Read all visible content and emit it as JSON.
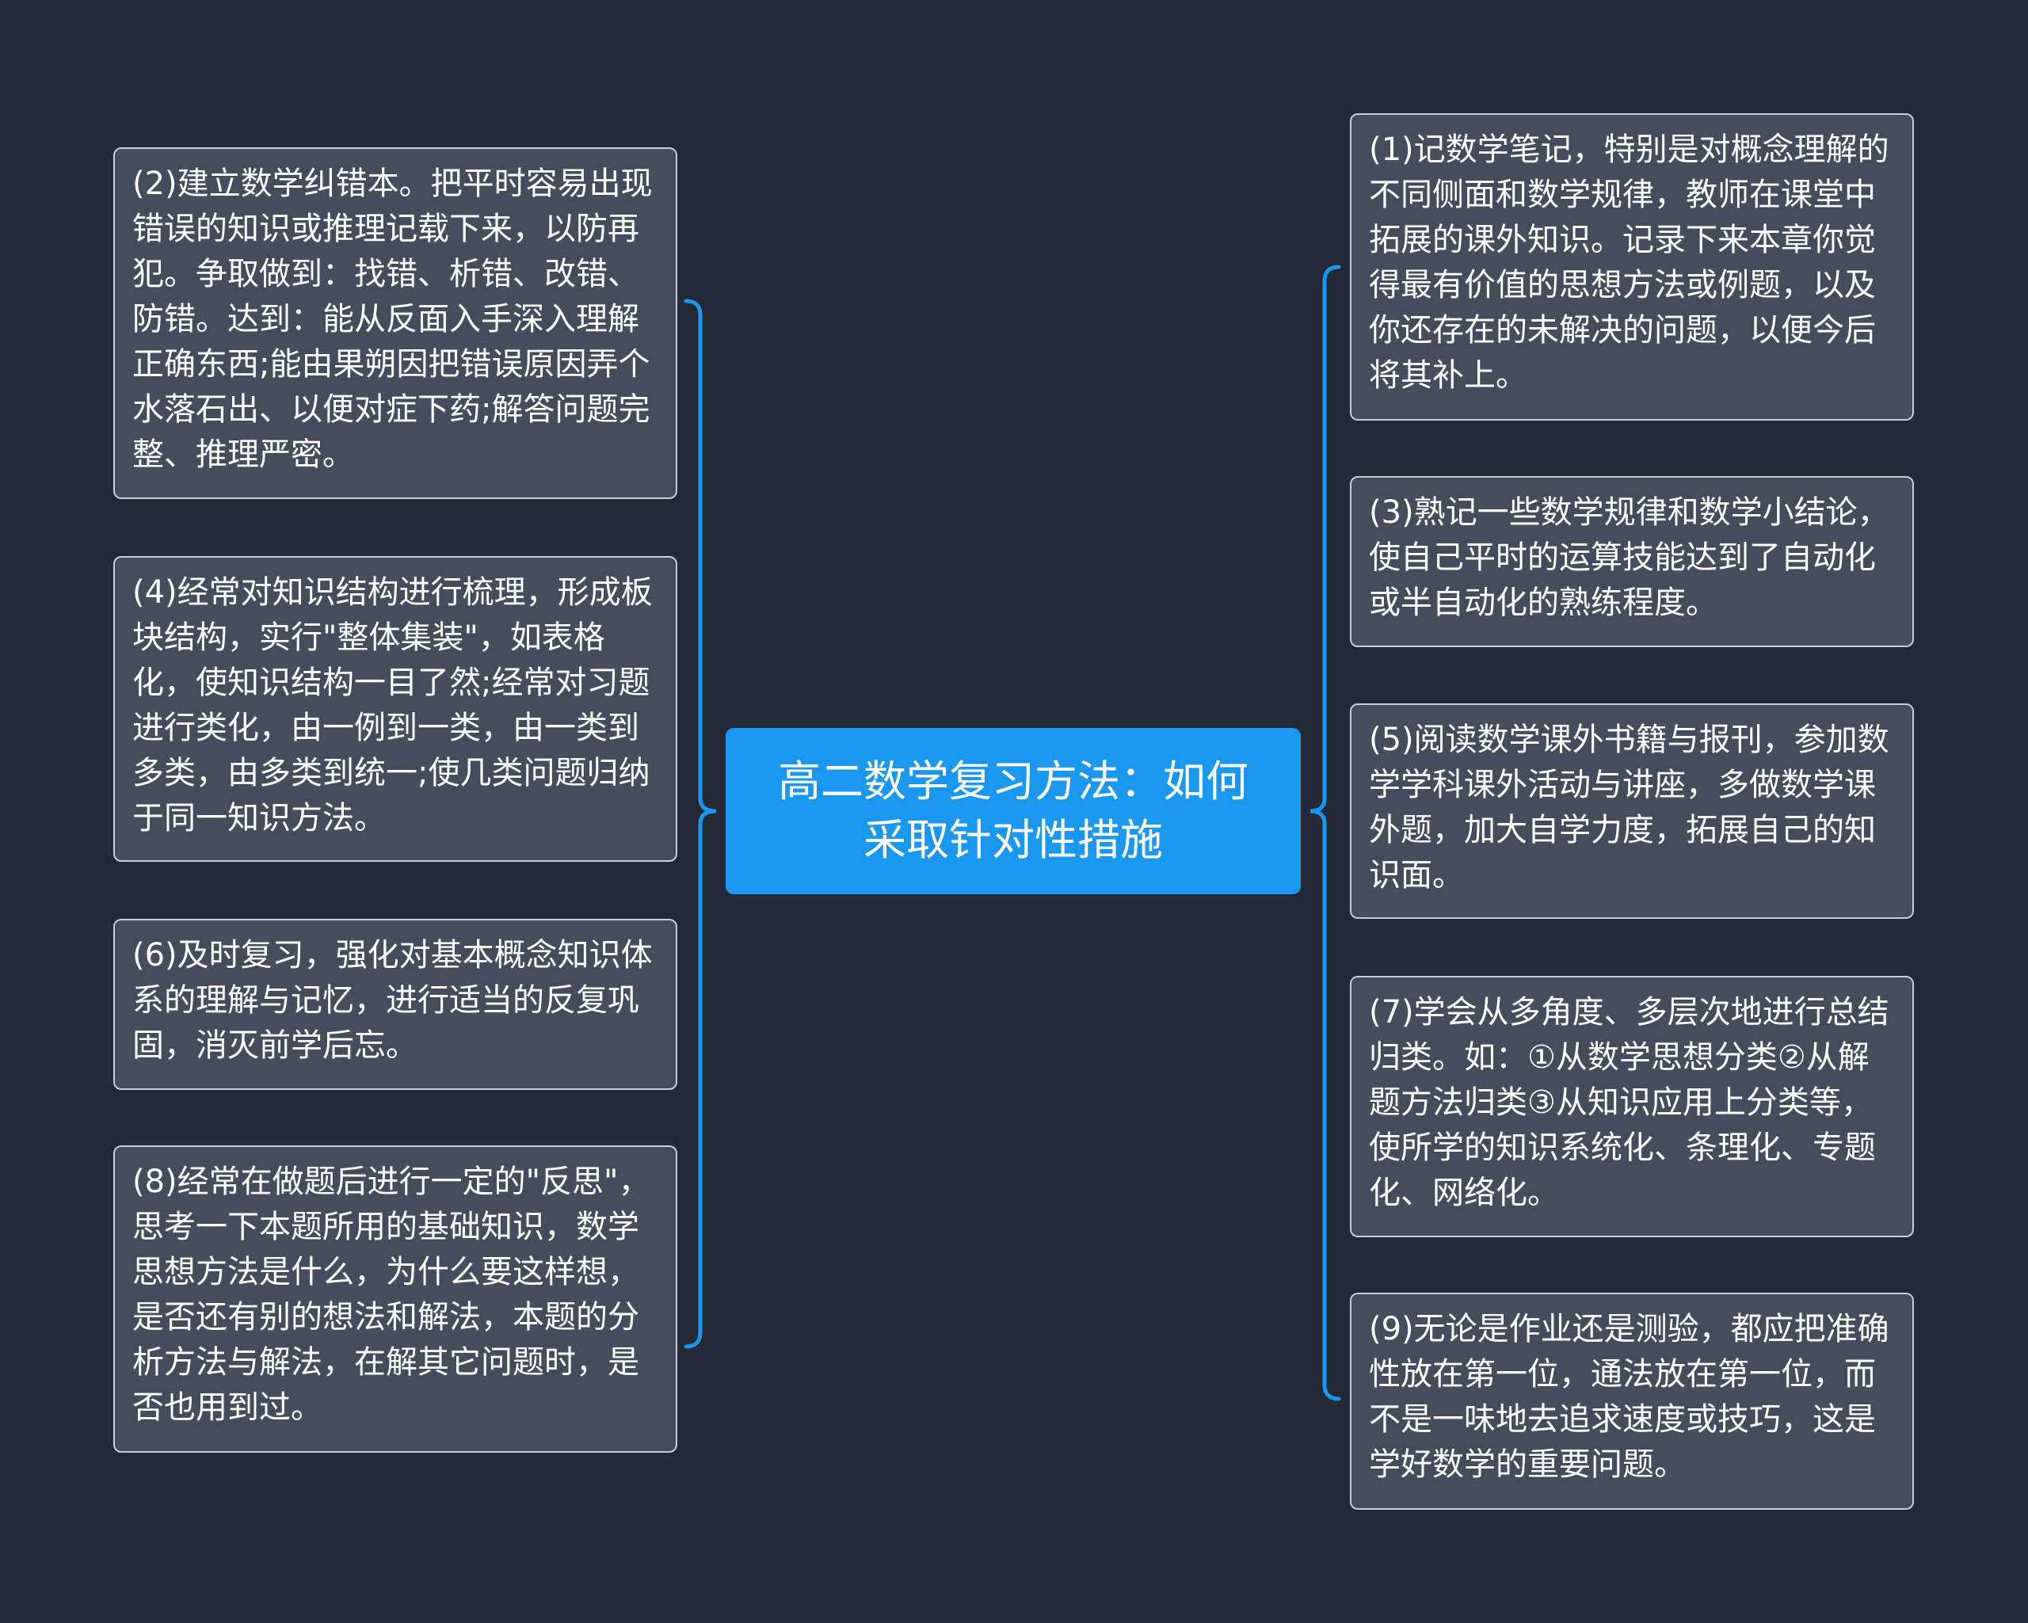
{
  "central": {
    "title": "高二数学复习方法：如何采取针对性措施"
  },
  "colors": {
    "background": "#252936",
    "central_fill": "#1a97ef",
    "node_fill": "#464c5c",
    "node_border": "#c7ccd6",
    "connector": "#1a97ef"
  },
  "left_nodes": [
    {
      "text": "(2)建立数学纠错本。把平时容易出现错误的知识或推理记载下来，以防再犯。争取做到：找错、析错、改错、防错。达到：能从反面入手深入理解正确东西;能由果朔因把错误原因弄个水落石出、以便对症下药;解答问题完整、推理严密。"
    },
    {
      "text": "(4)经常对知识结构进行梳理，形成板块结构，实行\"整体集装\"，如表格化，使知识结构一目了然;经常对习题进行类化，由一例到一类，由一类到多类，由多类到统一;使几类问题归纳于同一知识方法。"
    },
    {
      "text": "(6)及时复习，强化对基本概念知识体系的理解与记忆，进行适当的反复巩固，消灭前学后忘。"
    },
    {
      "text": "(8)经常在做题后进行一定的\"反思\"，思考一下本题所用的基础知识，数学思想方法是什么，为什么要这样想，是否还有别的想法和解法，本题的分析方法与解法，在解其它问题时，是否也用到过。"
    }
  ],
  "right_nodes": [
    {
      "text": "(1)记数学笔记，特别是对概念理解的不同侧面和数学规律，教师在课堂中拓展的课外知识。记录下来本章你觉得最有价值的思想方法或例题，以及你还存在的未解决的问题，以便今后将其补上。"
    },
    {
      "text": "(3)熟记一些数学规律和数学小结论，使自己平时的运算技能达到了自动化或半自动化的熟练程度。"
    },
    {
      "text": "(5)阅读数学课外书籍与报刊，参加数学学科课外活动与讲座，多做数学课外题，加大自学力度，拓展自己的知识面。"
    },
    {
      "text": "(7)学会从多角度、多层次地进行总结归类。如：①从数学思想分类②从解题方法归类③从知识应用上分类等，使所学的知识系统化、条理化、专题化、网络化。"
    },
    {
      "text": "(9)无论是作业还是测验，都应把准确性放在第一位，通法放在第一位，而不是一味地去追求速度或技巧，这是学好数学的重要问题。"
    }
  ]
}
